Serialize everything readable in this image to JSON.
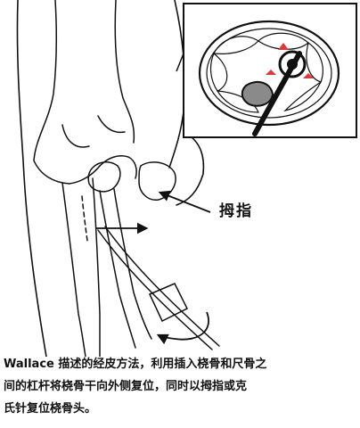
{
  "labels": {
    "thumb": "拇指"
  },
  "caption": {
    "line1": "Wallace 描述的经皮方法，利用插入桡骨和尺骨之",
    "line2": "间的杠杆将桡骨干向外侧复位，同时以拇指或克",
    "line3": "氏针复位桡骨头。"
  },
  "colors": {
    "line": "#111111",
    "marker": "#d93a3a"
  }
}
